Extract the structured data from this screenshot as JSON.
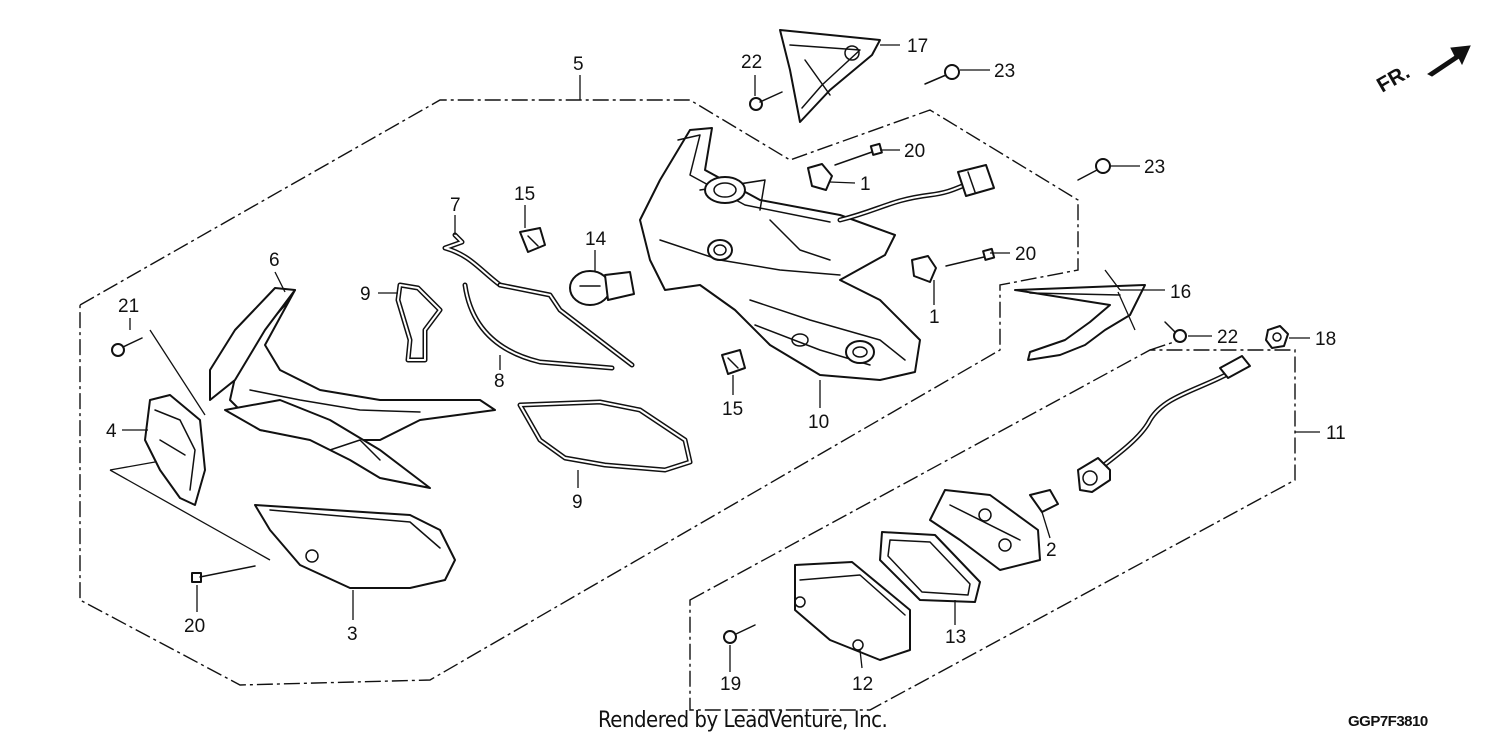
{
  "diagram": {
    "direction_marker": "FR.",
    "callouts": [
      "1",
      "2",
      "3",
      "4",
      "5",
      "6",
      "7",
      "8",
      "9",
      "10",
      "11",
      "12",
      "13",
      "14",
      "15",
      "16",
      "17",
      "18",
      "19",
      "20",
      "21",
      "22",
      "23"
    ],
    "credit": "Rendered by LeadVenture, Inc.",
    "drawing_code": "GGP7F3810"
  }
}
